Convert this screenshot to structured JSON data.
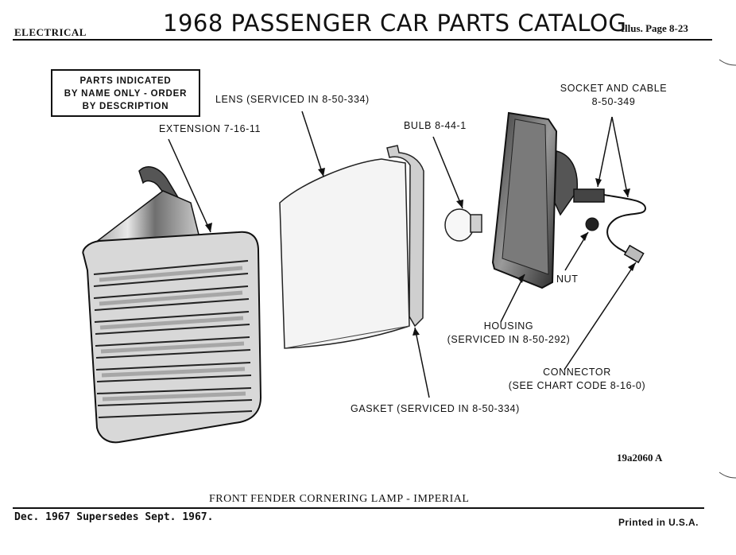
{
  "header": {
    "section": "ELECTRICAL",
    "title": "1968 PASSENGER CAR PARTS CATALOG",
    "page": "Illus. Page 8-23"
  },
  "notice": {
    "line1": "PARTS INDICATED",
    "line2": "BY NAME ONLY - ORDER",
    "line3": "BY DESCRIPTION"
  },
  "callouts": {
    "extension": "EXTENSION 7-16-11",
    "lens": "LENS (SERVICED IN 8-50-334)",
    "bulb": "BULB 8-44-1",
    "socket_line1": "SOCKET AND CABLE",
    "socket_line2": "8-50-349",
    "nut": "NUT",
    "housing_line1": "HOUSING",
    "housing_line2": "(SERVICED IN 8-50-292)",
    "connector_line1": "CONNECTOR",
    "connector_line2": "(SEE CHART CODE 8-16-0)",
    "gasket": "GASKET (SERVICED IN 8-50-334)"
  },
  "figure_number": "19a2060 A",
  "caption": "FRONT FENDER CORNERING LAMP - IMPERIAL",
  "footer": {
    "left": "Dec. 1967 Supersedes Sept. 1967.",
    "right": "Printed in U.S.A."
  }
}
